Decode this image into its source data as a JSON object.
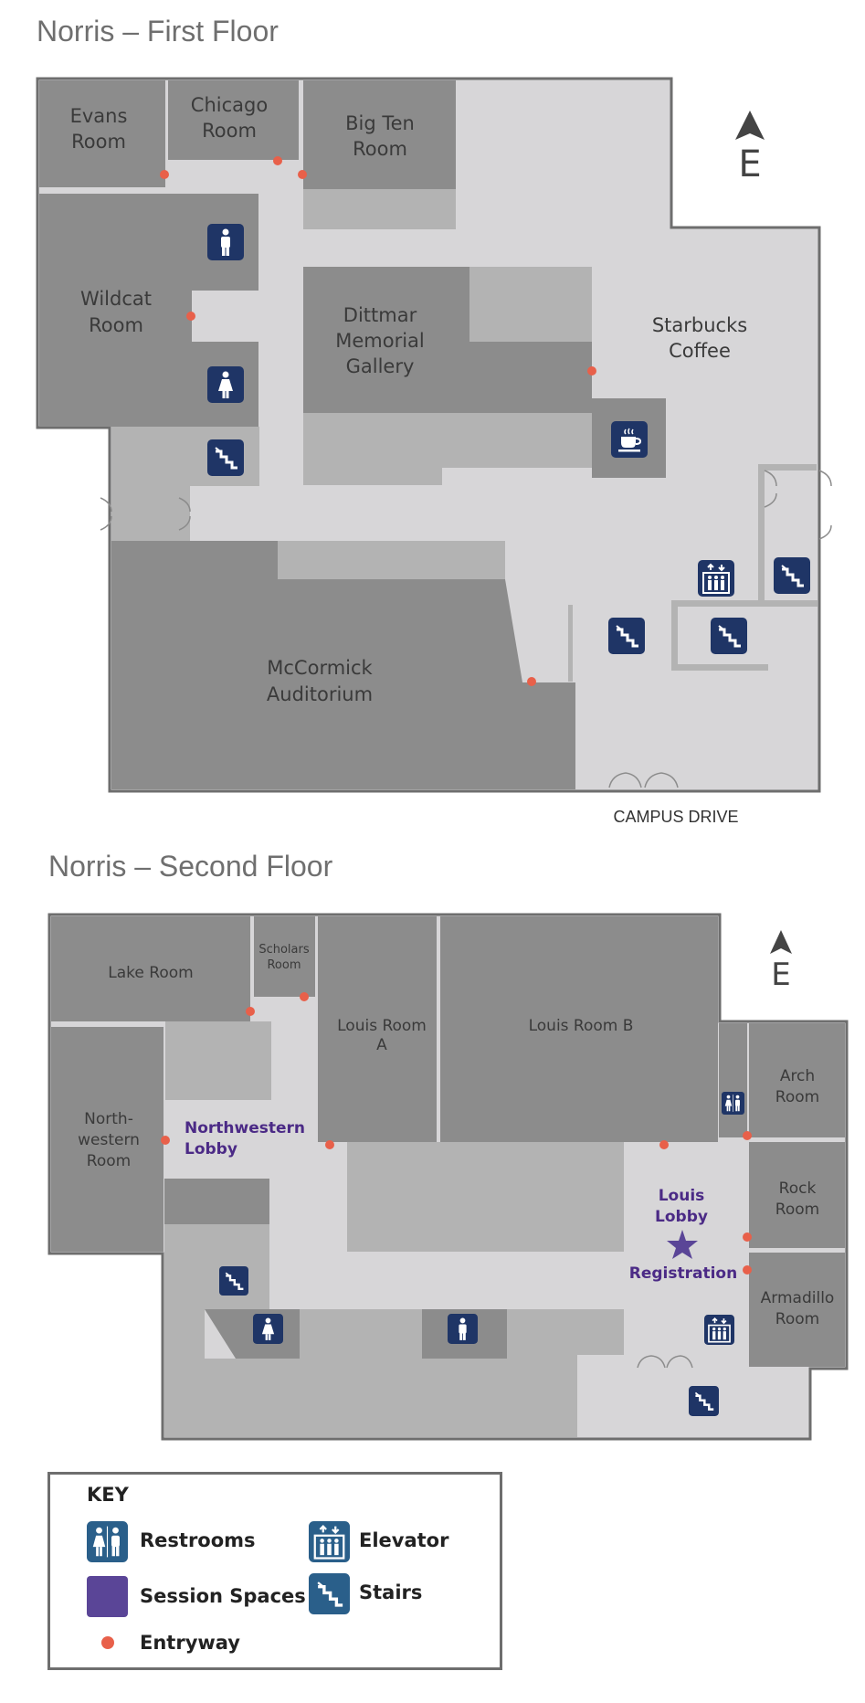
{
  "colors": {
    "room": "#8c8c8c",
    "corridor": "#d7d6d8",
    "secondary": "#b3b3b3",
    "outline": "#6e6e6e",
    "icon": "#1f3566",
    "key_icon": "#2a5f8a",
    "entry_dot": "#e8604a",
    "session": "#5a4597",
    "lobby_text": "#4b2a86"
  },
  "first_floor": {
    "title": "Norris – First Floor",
    "compass_label": "E",
    "street_label": "CAMPUS DRIVE",
    "rooms": {
      "evans": [
        "Evans",
        "Room"
      ],
      "chicago": [
        "Chicago",
        "Room"
      ],
      "big_ten": [
        "Big Ten",
        "Room"
      ],
      "wildcat": [
        "Wildcat",
        "Room"
      ],
      "dittmar": [
        "Dittmar",
        "Memorial",
        "Gallery"
      ],
      "starbucks": [
        "Starbucks",
        "Coffee"
      ],
      "mccormick": [
        "McCormick",
        "Auditorium"
      ]
    },
    "icons": [
      "restroom-men-icon",
      "restroom-women-icon",
      "stairs-icon",
      "coffee-icon",
      "elevator-icon",
      "stairs-icon",
      "stairs-icon",
      "stairs-icon"
    ]
  },
  "second_floor": {
    "title": "Norris – Second Floor",
    "compass_label": "E",
    "rooms": {
      "lake": [
        "Lake Room"
      ],
      "scholars": [
        "Scholars",
        "Room"
      ],
      "louis_a": [
        "Louis Room",
        "A"
      ],
      "louis_b": [
        "Louis Room B"
      ],
      "arch": [
        "Arch",
        "Room"
      ],
      "rock": [
        "Rock",
        "Room"
      ],
      "armadillo": [
        "Armadillo",
        "Room"
      ],
      "northwestern": [
        "North-",
        "western",
        "Room"
      ]
    },
    "lobbies": {
      "northwestern": [
        "Northwestern",
        "Lobby"
      ],
      "louis": [
        "Louis",
        "Lobby"
      ],
      "registration": "Registration"
    },
    "icons": [
      "restroom-all-icon",
      "stairs-icon",
      "restroom-women-icon",
      "restroom-men-icon",
      "elevator-icon",
      "stairs-icon"
    ]
  },
  "key": {
    "title": "KEY",
    "items": {
      "restrooms": "Restrooms",
      "elevator": "Elevator",
      "session_spaces": "Session Spaces",
      "stairs": "Stairs",
      "entryway": "Entryway"
    }
  }
}
